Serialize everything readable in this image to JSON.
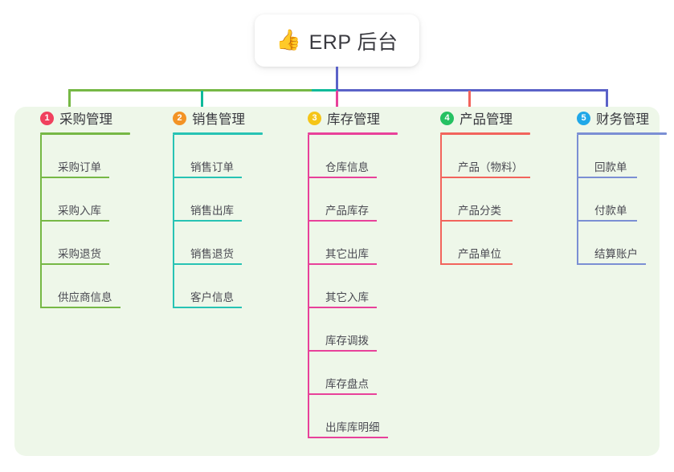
{
  "title": {
    "emoji": "👍",
    "emoji_name": "thumbs-up-icon",
    "text": "ERP 后台"
  },
  "theme": {
    "page_bg": "#ffffff",
    "panel_bg": "#eef7e9",
    "card_bg": "#ffffff",
    "text": "#3f3f46"
  },
  "connector": {
    "stem_color": "#5b62c8",
    "segments": [
      {
        "name": "green",
        "color": "#76b845"
      },
      {
        "name": "teal",
        "color": "#0fba9a"
      },
      {
        "name": "blue",
        "color": "#5b62c8"
      }
    ],
    "drops": [
      "#76b845",
      "#0fba9a",
      "#e8419a",
      "#f2645c",
      "#5b62c8"
    ]
  },
  "columns": [
    {
      "index": "1",
      "badge_color": "#f0415e",
      "accent": "#76b845",
      "title": "采购管理",
      "head_rule_width": 112,
      "items": [
        {
          "label": "采购订单",
          "rule_width": 86
        },
        {
          "label": "采购入库",
          "rule_width": 86
        },
        {
          "label": "采购退货",
          "rule_width": 86
        },
        {
          "label": "供应商信息",
          "rule_width": 100
        }
      ]
    },
    {
      "index": "2",
      "badge_color": "#f39325",
      "accent": "#27c3b4",
      "title": "销售管理",
      "head_rule_width": 112,
      "items": [
        {
          "label": "销售订单",
          "rule_width": 86
        },
        {
          "label": "销售出库",
          "rule_width": 86
        },
        {
          "label": "销售退货",
          "rule_width": 86
        },
        {
          "label": "客户信息",
          "rule_width": 86
        }
      ]
    },
    {
      "index": "3",
      "badge_color": "#f5c518",
      "accent": "#e8419a",
      "title": "库存管理",
      "head_rule_width": 112,
      "items": [
        {
          "label": "仓库信息",
          "rule_width": 86
        },
        {
          "label": "产品库存",
          "rule_width": 86
        },
        {
          "label": "其它出库",
          "rule_width": 86
        },
        {
          "label": "其它入库",
          "rule_width": 86
        },
        {
          "label": "库存调拨",
          "rule_width": 86
        },
        {
          "label": "库存盘点",
          "rule_width": 86
        },
        {
          "label": "出库库明细",
          "rule_width": 100
        }
      ]
    },
    {
      "index": "4",
      "badge_color": "#25c162",
      "accent": "#f2645c",
      "title": "产品管理",
      "head_rule_width": 112,
      "items": [
        {
          "label": "产品（物料）",
          "rule_width": 112
        },
        {
          "label": "产品分类",
          "rule_width": 90
        },
        {
          "label": "产品单位",
          "rule_width": 90
        }
      ]
    },
    {
      "index": "5",
      "badge_color": "#20a8e8",
      "accent": "#7b8fd4",
      "title": "财务管理",
      "head_rule_width": 112,
      "items": [
        {
          "label": "回款单",
          "rule_width": 75
        },
        {
          "label": "付款单",
          "rule_width": 75
        },
        {
          "label": "结算账户",
          "rule_width": 86
        }
      ]
    }
  ]
}
